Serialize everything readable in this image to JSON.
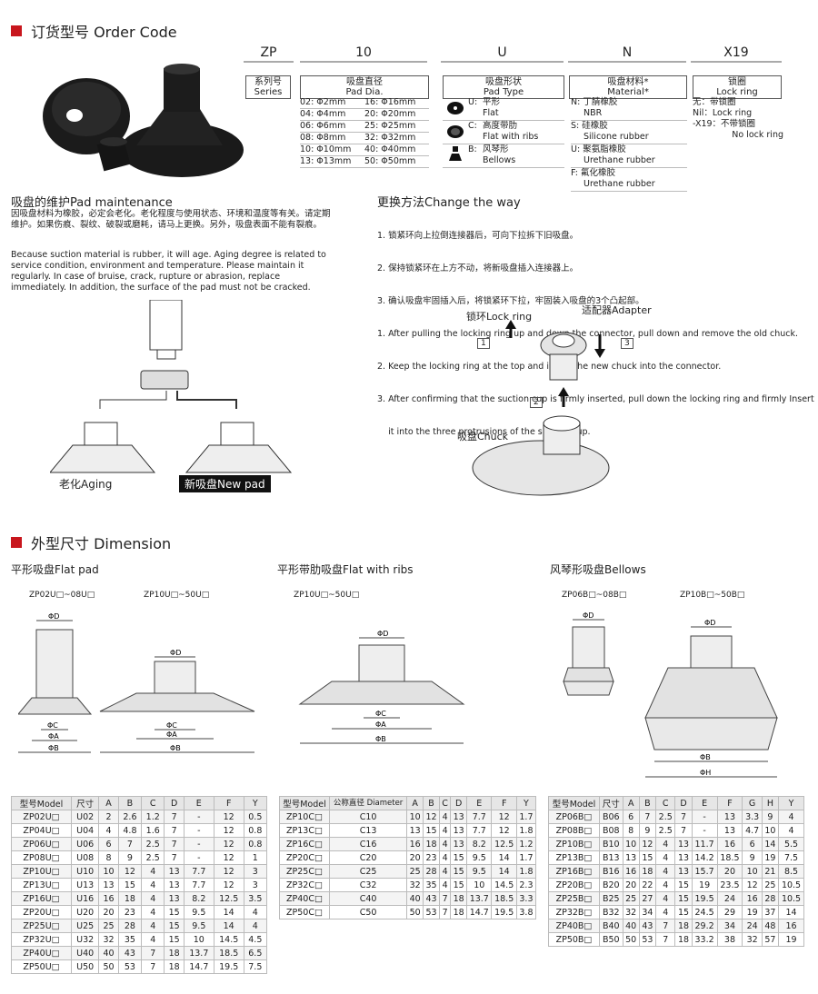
{
  "order": {
    "title": "订货型号 Order Code",
    "codes": [
      "ZP",
      "10",
      "U",
      "N",
      "X19"
    ],
    "series": {
      "cn": "系列号",
      "en": "Series"
    },
    "pad_dia": {
      "cn": "吸盘直径",
      "en": "Pad Dia.",
      "rows": [
        [
          "02: Φ2mm",
          "16: Φ16mm"
        ],
        [
          "04: Φ4mm",
          "20: Φ20mm"
        ],
        [
          "06: Φ6mm",
          "25: Φ25mm"
        ],
        [
          "08: Φ8mm",
          "32: Φ32mm"
        ],
        [
          "10: Φ10mm",
          "40: Φ40mm"
        ],
        [
          "13: Φ13mm",
          "50: Φ50mm"
        ]
      ]
    },
    "pad_type": {
      "cn": "吸盘形状",
      "en": "Pad Type",
      "items": [
        {
          "code": "U:",
          "cn": "平形",
          "en": "Flat"
        },
        {
          "code": "C:",
          "cn": "高度带肋",
          "en": "Flat with ribs"
        },
        {
          "code": "B:",
          "cn": "风琴形",
          "en": "Bellows"
        }
      ]
    },
    "material": {
      "cn": "吸盘材料*",
      "en": "Material*",
      "items": [
        {
          "code": "N:",
          "cn": "丁腈橡胶",
          "en": "NBR"
        },
        {
          "code": "S:",
          "cn": "硅橡胶",
          "en": "Silicone rubber"
        },
        {
          "code": "U:",
          "cn": "聚氨脂橡胶",
          "en": "Urethane rubber"
        },
        {
          "code": "F:",
          "cn": "氟化橡胶",
          "en": "Urethane rubber"
        }
      ]
    },
    "lock": {
      "cn": "锁圈",
      "en": "Lock ring",
      "l1": "无：带锁圈",
      "l2": "Nil：Lock ring",
      "l3": "-X19：不带锁圈",
      "l4": "No lock ring"
    }
  },
  "maint": {
    "title": "吸盘的维护Pad maintenance",
    "cn": "因吸盘材料为橡胶，必定会老化。老化程度与使用状态、环境和温度等有关。请定期维护。如果伤痕、裂纹、破裂或磨耗，请马上更换。另外，吸盘表面不能有裂痕。",
    "en": "Because suction material is rubber, it will age. Aging degree is related to service condition, environment and temperature. Please maintain it regularly. In case of bruise, crack, rupture or abrasion, replace immediately. In addition, the surface of the pad must not be cracked.",
    "aging": "老化Aging",
    "new_pad": "新吸盘New pad"
  },
  "change": {
    "title": "更换方法Change the way",
    "lines": [
      "1. 锁紧环向上拉倒连接器后，可向下拉拆下旧吸盘。",
      "2. 保持锁紧环在上方不动，将新吸盘插入连接器上。",
      "3. 确认吸盘牢固插入后，将锁紧环下拉，牢固装入吸盘的3个凸起部。",
      "1. After pulling the locking ring up and down the connector, pull down and remove the old chuck.",
      "2. Keep the locking ring at the top and insert the new chuck into the connector.",
      "3. After confirming that the suction cup is firmly inserted, pull down the locking ring and firmly Insert",
      "    it into the three protrusions of the suction cup."
    ],
    "lock_ring": "锁环Lock ring",
    "adapter": "适配器Adapter",
    "chuck": "吸盘Chuck",
    "steps": [
      "1",
      "2",
      "3"
    ]
  },
  "dimension": {
    "title": "外型尺寸 Dimension",
    "flat": "平形吸盘Flat pad",
    "ribs": "平形带肋吸盘Flat with ribs",
    "bellows": "风琴形吸盘Bellows",
    "flat_m1": "ZP02U□~08U□",
    "flat_m2": "ZP10U□~50U□",
    "ribs_m": "ZP10U□~50U□",
    "bel_m1": "ZP06B□~08B□",
    "bel_m2": "ZP10B□~50B□"
  },
  "table_flat": {
    "headers": [
      "型号Model",
      "尺寸",
      "A",
      "B",
      "C",
      "D",
      "E",
      "F",
      "Y"
    ],
    "rows": [
      [
        "ZP02U□",
        "U02",
        "2",
        "2.6",
        "1.2",
        "7",
        "-",
        "12",
        "0.5"
      ],
      [
        "ZP04U□",
        "U04",
        "4",
        "4.8",
        "1.6",
        "7",
        "-",
        "12",
        "0.8"
      ],
      [
        "ZP06U□",
        "U06",
        "6",
        "7",
        "2.5",
        "7",
        "-",
        "12",
        "0.8"
      ],
      [
        "ZP08U□",
        "U08",
        "8",
        "9",
        "2.5",
        "7",
        "-",
        "12",
        "1"
      ],
      [
        "ZP10U□",
        "U10",
        "10",
        "12",
        "4",
        "13",
        "7.7",
        "12",
        "3"
      ],
      [
        "ZP13U□",
        "U13",
        "13",
        "15",
        "4",
        "13",
        "7.7",
        "12",
        "3"
      ],
      [
        "ZP16U□",
        "U16",
        "16",
        "18",
        "4",
        "13",
        "8.2",
        "12.5",
        "3.5"
      ],
      [
        "ZP20U□",
        "U20",
        "20",
        "23",
        "4",
        "15",
        "9.5",
        "14",
        "4"
      ],
      [
        "ZP25U□",
        "U25",
        "25",
        "28",
        "4",
        "15",
        "9.5",
        "14",
        "4"
      ],
      [
        "ZP32U□",
        "U32",
        "32",
        "35",
        "4",
        "15",
        "10",
        "14.5",
        "4.5"
      ],
      [
        "ZP40U□",
        "U40",
        "40",
        "43",
        "7",
        "18",
        "13.7",
        "18.5",
        "6.5"
      ],
      [
        "ZP50U□",
        "U50",
        "50",
        "53",
        "7",
        "18",
        "14.7",
        "19.5",
        "7.5"
      ]
    ]
  },
  "table_ribs": {
    "headers": [
      "型号Model",
      "公称直径 Diameter",
      "A",
      "B",
      "C",
      "D",
      "E",
      "F",
      "Y"
    ],
    "rows": [
      [
        "ZP10C□",
        "C10",
        "10",
        "12",
        "4",
        "13",
        "7.7",
        "12",
        "1.7"
      ],
      [
        "ZP13C□",
        "C13",
        "13",
        "15",
        "4",
        "13",
        "7.7",
        "12",
        "1.8"
      ],
      [
        "ZP16C□",
        "C16",
        "16",
        "18",
        "4",
        "13",
        "8.2",
        "12.5",
        "1.2"
      ],
      [
        "ZP20C□",
        "C20",
        "20",
        "23",
        "4",
        "15",
        "9.5",
        "14",
        "1.7"
      ],
      [
        "ZP25C□",
        "C25",
        "25",
        "28",
        "4",
        "15",
        "9.5",
        "14",
        "1.8"
      ],
      [
        "ZP32C□",
        "C32",
        "32",
        "35",
        "4",
        "15",
        "10",
        "14.5",
        "2.3"
      ],
      [
        "ZP40C□",
        "C40",
        "40",
        "43",
        "7",
        "18",
        "13.7",
        "18.5",
        "3.3"
      ],
      [
        "ZP50C□",
        "C50",
        "50",
        "53",
        "7",
        "18",
        "14.7",
        "19.5",
        "3.8"
      ]
    ]
  },
  "table_bel": {
    "headers": [
      "型号Model",
      "尺寸",
      "A",
      "B",
      "C",
      "D",
      "E",
      "F",
      "G",
      "H",
      "Y"
    ],
    "rows": [
      [
        "ZP06B□",
        "B06",
        "6",
        "7",
        "2.5",
        "7",
        "-",
        "13",
        "3.3",
        "9",
        "4"
      ],
      [
        "ZP08B□",
        "B08",
        "8",
        "9",
        "2.5",
        "7",
        "-",
        "13",
        "4.7",
        "10",
        "4"
      ],
      [
        "ZP10B□",
        "B10",
        "10",
        "12",
        "4",
        "13",
        "11.7",
        "16",
        "6",
        "14",
        "5.5"
      ],
      [
        "ZP13B□",
        "B13",
        "13",
        "15",
        "4",
        "13",
        "14.2",
        "18.5",
        "9",
        "19",
        "7.5"
      ],
      [
        "ZP16B□",
        "B16",
        "16",
        "18",
        "4",
        "13",
        "15.7",
        "20",
        "10",
        "21",
        "8.5"
      ],
      [
        "ZP20B□",
        "B20",
        "20",
        "22",
        "4",
        "15",
        "19",
        "23.5",
        "12",
        "25",
        "10.5"
      ],
      [
        "ZP25B□",
        "B25",
        "25",
        "27",
        "4",
        "15",
        "19.5",
        "24",
        "16",
        "28",
        "10.5"
      ],
      [
        "ZP32B□",
        "B32",
        "32",
        "34",
        "4",
        "15",
        "24.5",
        "29",
        "19",
        "37",
        "14"
      ],
      [
        "ZP40B□",
        "B40",
        "40",
        "43",
        "7",
        "18",
        "29.2",
        "34",
        "24",
        "48",
        "16"
      ],
      [
        "ZP50B□",
        "B50",
        "50",
        "53",
        "7",
        "18",
        "33.2",
        "38",
        "32",
        "57",
        "19"
      ]
    ]
  }
}
